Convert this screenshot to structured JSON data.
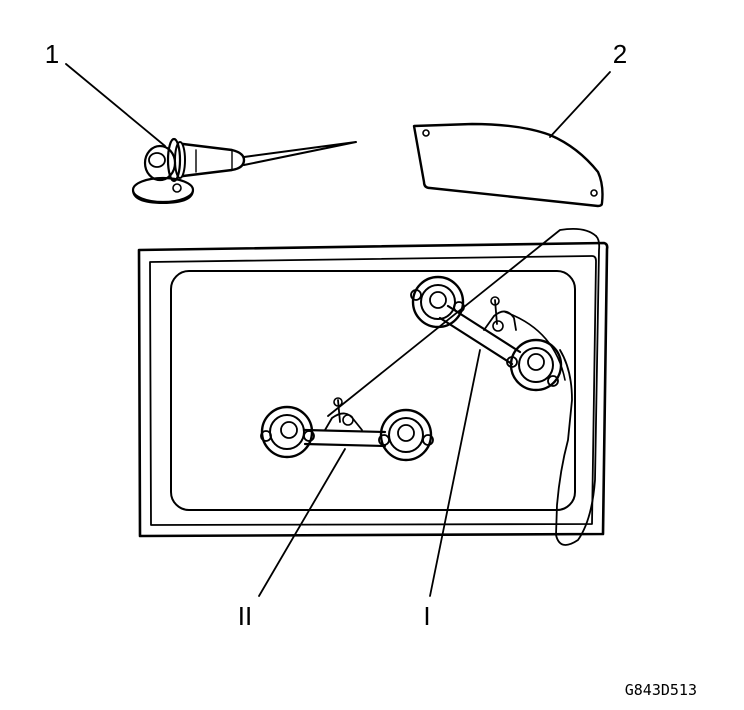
{
  "callouts": {
    "one": "1",
    "two": "2",
    "roman_two": "II",
    "roman_one": "I"
  },
  "figure_code": "G843D513"
}
